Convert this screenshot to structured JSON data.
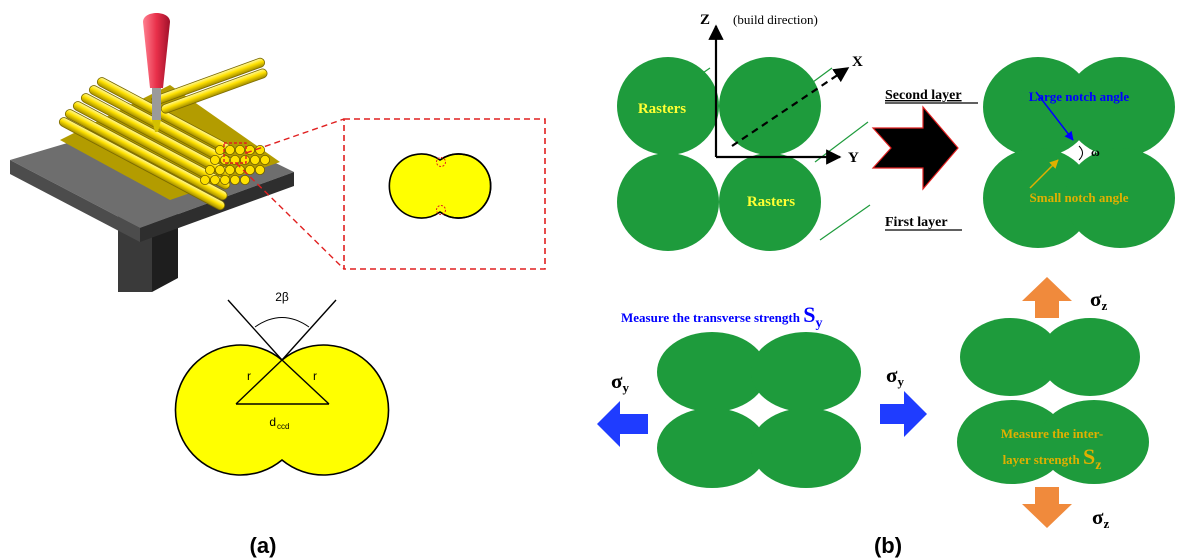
{
  "panel_a": {
    "caption": "(a)",
    "angle_label": "2β",
    "radius_left": "r",
    "radius_right": "r",
    "distance_main": "d",
    "distance_sub": "ccd"
  },
  "panel_b": {
    "caption": "(b)",
    "axis_z": "Z",
    "axis_z_note": "(build direction)",
    "axis_x": "X",
    "axis_y": "Y",
    "raster_label_top": "Rasters",
    "raster_label_bottom": "Rasters",
    "second_layer": "Second layer",
    "first_layer": "First layer",
    "large_notch": "Large notch angle",
    "small_notch": "Small notch angle",
    "omega": "ω",
    "transverse_text": "Measure the transverse strength ",
    "transverse_symbol": "S",
    "transverse_sub": "y",
    "sigma": "σ",
    "sigma_y_sub": "y",
    "sigma_z_sub": "z",
    "interlayer_line1": "Measure the inter-",
    "interlayer_line2": "layer strength ",
    "interlayer_symbol": "S",
    "interlayer_sub": "z"
  },
  "colors": {
    "filament_yellow": "#ffff00",
    "raster_green": "#1e9b3c",
    "label_yellow": "#ffff33",
    "label_blue": "#0000ff",
    "arrow_blue": "#1f3cff",
    "arrow_orange": "#f08a3c",
    "dashed_red": "#e02020",
    "nozzle_red": "#e8304a"
  }
}
